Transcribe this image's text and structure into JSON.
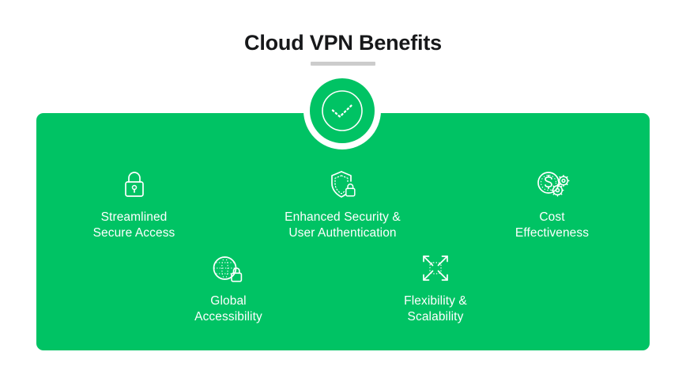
{
  "header": {
    "title": "Cloud VPN Benefits",
    "divider": "title-divider"
  },
  "badge": {
    "icon": "check-circle-icon"
  },
  "panel": {
    "background_color": "#00C364",
    "text_color": "#FFFFFF"
  },
  "colors": {
    "green": "#00C364",
    "title": "#17181A",
    "divider_gray": "#CCCCCC",
    "white": "#FFFFFF"
  },
  "benefits": [
    {
      "icon": "padlock-icon",
      "label": "Streamlined\nSecure Access"
    },
    {
      "icon": "shield-lock-icon",
      "label": "Enhanced Security &\nUser Authentication"
    },
    {
      "icon": "dollar-coin-gears-icon",
      "label": "Cost\nEffectiveness"
    },
    {
      "icon": "globe-lock-icon",
      "label": "Global\nAccessibility"
    },
    {
      "icon": "expand-arrows-icon",
      "label": "Flexibility &\nScalability"
    }
  ]
}
